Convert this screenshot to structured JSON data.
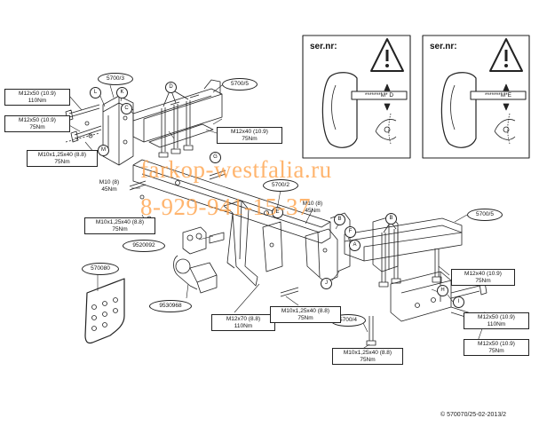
{
  "watermark": {
    "site": "farkop-westfalia.ru",
    "phone": "8-929-941-15-37",
    "color": "#ffa046"
  },
  "serial_panels": {
    "label": "ser.nr:",
    "left_code": "*******M* D",
    "right_code": "*******M*E"
  },
  "part_numbers": {
    "bracket_left_top": "5700/3",
    "crossbar_right_top": "5700/5",
    "center_bracket": "5700/2",
    "bracket_right_mid": "5700/5",
    "bracket_lower": "5700/4",
    "ball": "9520092",
    "ball_alt": "9530968",
    "socket": "570080"
  },
  "torque_specs": [
    {
      "id": "spec-m12x50-110-left",
      "bolt": "M12x50 (10.9)",
      "torque": "110Nm"
    },
    {
      "id": "spec-m12x50-75-left",
      "bolt": "M12x50 (10.9)",
      "torque": "75Nm"
    },
    {
      "id": "spec-m10x125-75-left",
      "bolt": "M10x1,25x40 (8.8)",
      "torque": "75Nm"
    },
    {
      "id": "spec-m12x40-75-top",
      "bolt": "M12x40 (10.9)",
      "torque": "75Nm"
    },
    {
      "id": "spec-m10-45-left",
      "bolt": "M10 (8)",
      "torque": "45Nm"
    },
    {
      "id": "spec-m10x125-75-mid",
      "bolt": "M10x1,25x40 (8.8)",
      "torque": "75Nm"
    },
    {
      "id": "spec-m10-45-center",
      "bolt": "M10 (8)",
      "torque": "45Nm"
    },
    {
      "id": "spec-m12x70-110",
      "bolt": "M12x70 (8.8)",
      "torque": "110Nm"
    },
    {
      "id": "spec-m10x125-75-center",
      "bolt": "M10x1,25x40 (8.8)",
      "torque": "75Nm"
    },
    {
      "id": "spec-m12x40-75-right",
      "bolt": "M12x40 (10.9)",
      "torque": "75Nm"
    },
    {
      "id": "spec-m12x50-110-right",
      "bolt": "M12x50 (10.9)",
      "torque": "110Nm"
    },
    {
      "id": "spec-m12x50-75-right",
      "bolt": "M12x50 (10.9)",
      "torque": "75Nm"
    },
    {
      "id": "spec-m10x125-75-bottom",
      "bolt": "M10x1,25x40 (8.8)",
      "torque": "75Nm"
    }
  ],
  "callouts": {
    "L": "L",
    "K": "K",
    "C": "C",
    "M": "M",
    "D": "D",
    "G": "G",
    "E": "E",
    "B1": "B",
    "F": "F",
    "A": "A",
    "J": "J",
    "B2": "B",
    "H": "H",
    "I": "I"
  },
  "copyright": "© 570070/25-02-2013/2"
}
